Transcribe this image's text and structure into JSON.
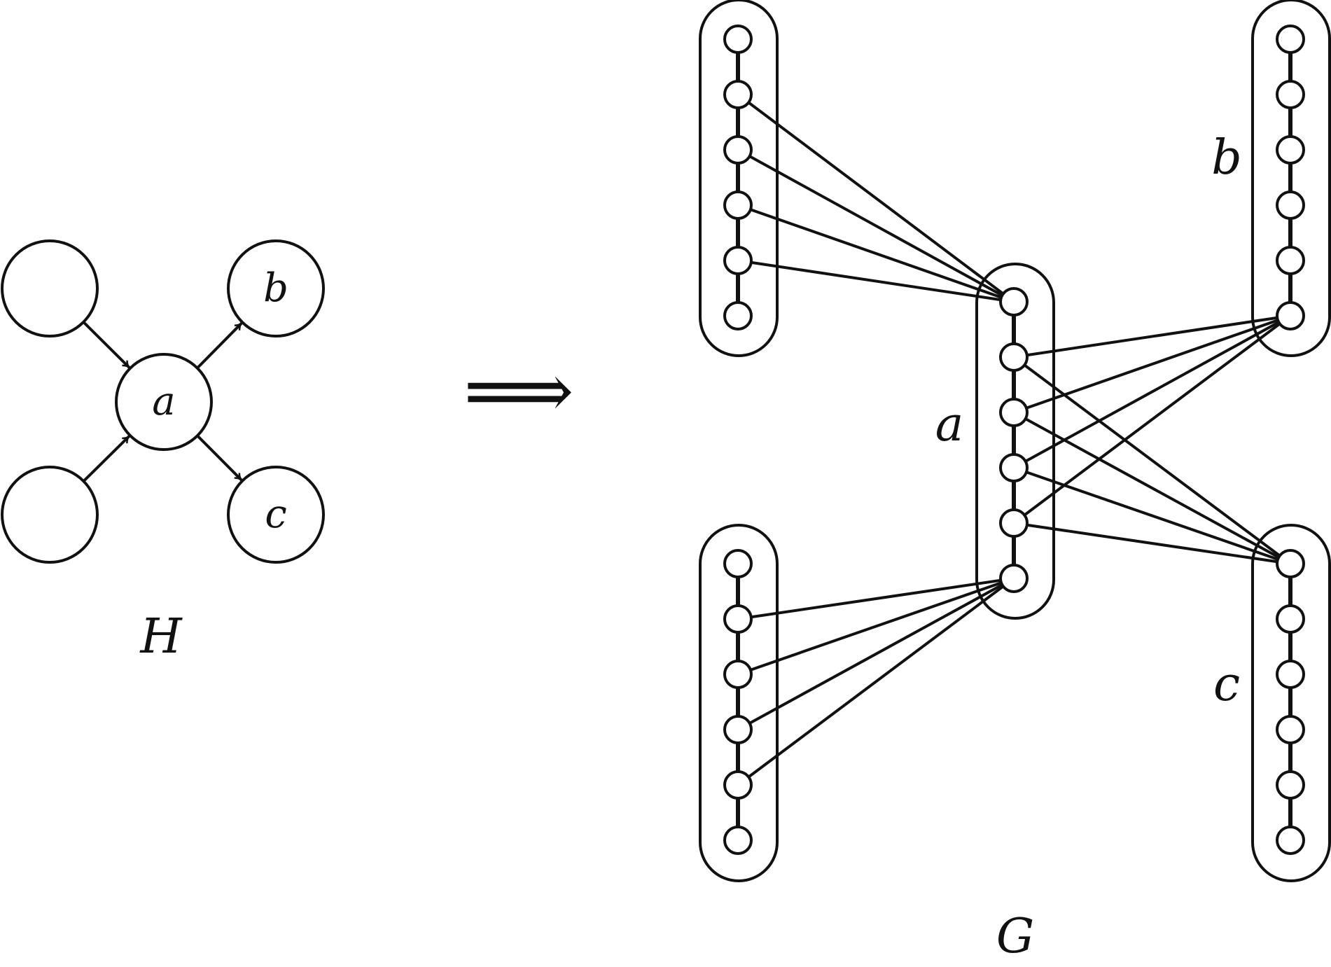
{
  "colors": {
    "ink": "#111111",
    "background": "#ffffff"
  },
  "graph_H": {
    "caption": "H",
    "nodes": [
      {
        "id": "u1",
        "label": ""
      },
      {
        "id": "u2",
        "label": ""
      },
      {
        "id": "a",
        "label": "a"
      },
      {
        "id": "b",
        "label": "b"
      },
      {
        "id": "c",
        "label": "c"
      }
    ],
    "edges": [
      {
        "from": "u1",
        "to": "a"
      },
      {
        "from": "u2",
        "to": "a"
      },
      {
        "from": "a",
        "to": "b"
      },
      {
        "from": "a",
        "to": "c"
      }
    ]
  },
  "implies_symbol": "⟹",
  "graph_G": {
    "caption": "G",
    "groups": [
      {
        "id": "u1",
        "label": "",
        "vertex_count": 6
      },
      {
        "id": "u2",
        "label": "",
        "vertex_count": 6
      },
      {
        "id": "a",
        "label": "a",
        "vertex_count": 6
      },
      {
        "id": "b",
        "label": "b",
        "vertex_count": 6
      },
      {
        "id": "c",
        "label": "c",
        "vertex_count": 6
      }
    ],
    "cross_edges": [
      {
        "from": "u1",
        "from_vertices": [
          1,
          2,
          3,
          4
        ],
        "to": "a",
        "to_vertex": 0
      },
      {
        "from": "u2",
        "from_vertices": [
          1,
          2,
          3,
          4
        ],
        "to": "a",
        "to_vertex": 5
      },
      {
        "from": "a",
        "from_vertices": [
          1,
          2,
          3,
          4
        ],
        "to": "b",
        "to_vertex": 5
      },
      {
        "from": "a",
        "from_vertices": [
          1,
          2,
          3,
          4
        ],
        "to": "c",
        "to_vertex": 0
      }
    ]
  }
}
